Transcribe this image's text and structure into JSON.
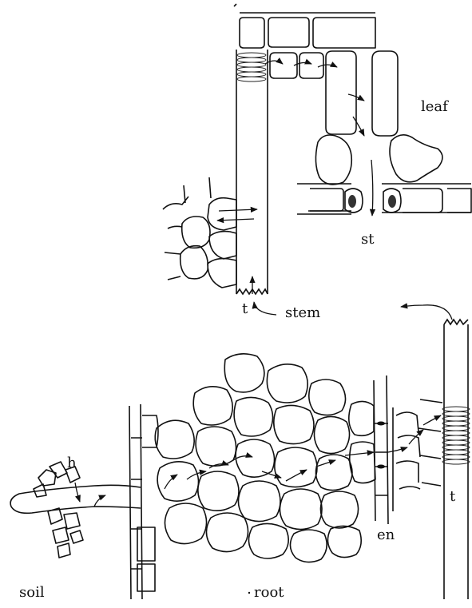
{
  "labels": {
    "leaf": "leaf",
    "st": "st",
    "t_stem": "t",
    "stem": "stem",
    "h": "h",
    "en": "en",
    "t_root": "t",
    "soil": "soil",
    "root": "root"
  }
}
